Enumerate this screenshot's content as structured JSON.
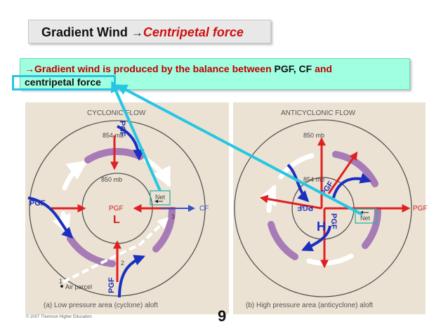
{
  "title": {
    "main": "Gradient Wind ",
    "arrow": "→",
    "emph": "Centripetal force"
  },
  "callout": {
    "arrow": "→",
    "part1": "Gradient wind is produced by the balance between ",
    "pgf": "PGF",
    "comma": ", ",
    "cf": "CF",
    "and": " and",
    "line2": "centripetal force"
  },
  "cyclonic": {
    "heading": "CYCLONIC FLOW",
    "outer_isobar": "854 mb",
    "inner_isobar": "850 mb",
    "net": "Net",
    "pgf_inner": "PGF",
    "cf": "CF",
    "low": "L",
    "pos1": "1",
    "pos2": "2",
    "pos3": "3",
    "parcel": "Air parcel",
    "caption": "(a) Low pressure area (cyclone) aloft",
    "pgf_top": "PGF",
    "pgf_left": "PGF",
    "pgf_bottom": "PGF"
  },
  "anticyclonic": {
    "heading": "ANTICYCLONIC FLOW",
    "outer_isobar": "850 mb",
    "inner_isobar": "854 mb",
    "net": "Net",
    "pgf_right": "PGF",
    "high": "H",
    "caption": "(b) High pressure area (anticyclone) aloft",
    "pgf_a": "PGF",
    "pgf_b": "PGF",
    "pgf_c": "PGF"
  },
  "slide_number": "9",
  "copyright": "© 2007 Thomson Higher Education",
  "colors": {
    "red": "#e02020",
    "blue": "#1a2fc0",
    "cyan": "#26c6e3",
    "callout_bg": "#9fffe0"
  }
}
